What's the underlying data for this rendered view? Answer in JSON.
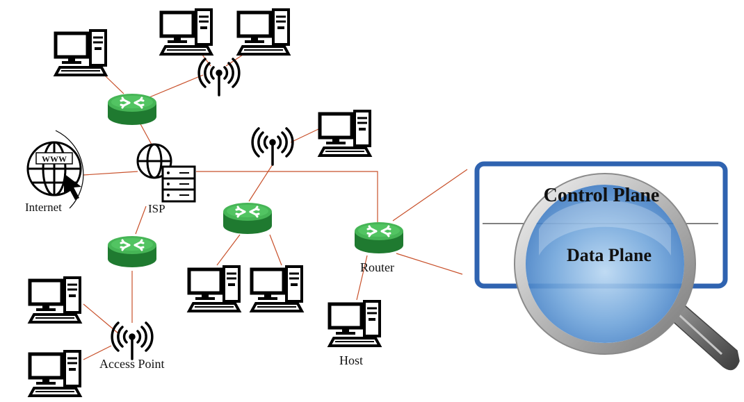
{
  "labels": {
    "internet": "Internet",
    "isp": "ISP",
    "access_point": "Access Point",
    "router": "Router",
    "host": "Host",
    "www": "WWW"
  },
  "panel": {
    "control_plane": "Control Plane",
    "data_plane": "Data Plane"
  },
  "colors": {
    "link": "#c8502a",
    "router_green": "#3fae4f",
    "router_dark": "#1f7a30",
    "panel_border": "#2f63b0",
    "lens_blue": "#6fa8dc"
  }
}
